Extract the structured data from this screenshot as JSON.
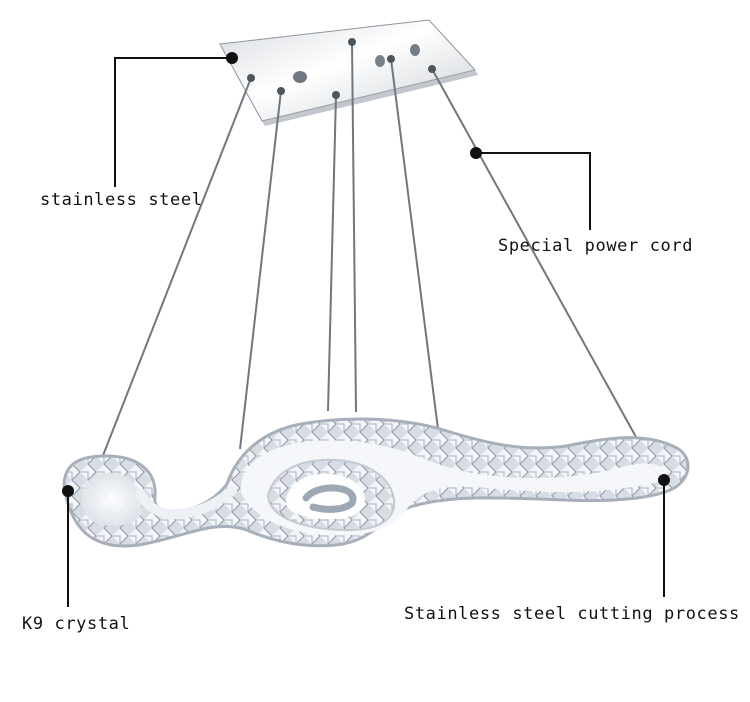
{
  "image": {
    "subject": "crystal-pendant-lamp-icon",
    "background_color": "#ffffff"
  },
  "callouts": {
    "stainless_steel": "stainless steel",
    "power_cord": "Special power cord",
    "k9_crystal": "K9 crystal",
    "cutting_process": "Stainless steel cutting process"
  },
  "colors": {
    "leader_line": "#111111",
    "crystal_edge": "#d8dde4",
    "steel_plate": "#f3f4f6"
  }
}
